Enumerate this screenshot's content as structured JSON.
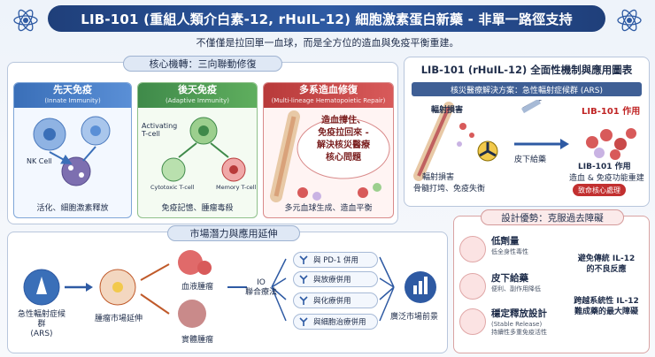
{
  "header": {
    "title": "LIB-101 (重組人類介白素-12, rHuIL-12) 細胞激素蛋白新藥 - 非單一路徑支持",
    "subtitle": "不僅僅是拉回單一血球，而是全方位的造血與免疫平衡重建。"
  },
  "core": {
    "banner": "核心機轉：三向聯動修復",
    "innate": {
      "title": "先天免疫",
      "subtitle": "(Innate Immunity)",
      "nk_label": "NK Cell",
      "caption": "活化、細胞激素釋放"
    },
    "adaptive": {
      "title": "後天免疫",
      "subtitle": "(Adaptive Immunity)",
      "activating": "Activating\nT-cell",
      "cytotoxic": "Cytotoxic T-cell",
      "memory": "Memory T-cell",
      "caption": "免疫記憶、腫瘤毒殺"
    },
    "multi": {
      "title": "多系造血修復",
      "subtitle": "(Multi-lineage Hematopoietic Repair)",
      "bubble": "造血撐住、\n免疫拉回來 -\n解決核災醫療\n核心問題",
      "caption": "多元血球生成、造血平衡"
    }
  },
  "overview": {
    "title": "LIB-101 (rHuIL-12) 全面性機制與應用圖表",
    "strip": "核災醫療解決方案：急性輻射症候群 (ARS)",
    "rad_label": "輻射損害",
    "rad_damage": "輻射損害",
    "rad_damage2": "骨髓打垮、免疫失衡",
    "inject": "皮下給藥",
    "effect_title": "LIB-101 作用",
    "effect_line1": "LIB-101 作用",
    "effect_line2": "造血 & 免疫功能重建",
    "pill": "致命核心處理"
  },
  "market": {
    "banner": "市場潛力與應用延伸",
    "ars": "急性輻射症候群\n(ARS)",
    "extend": "腫瘤市場延伸",
    "blood": "血液腫瘤",
    "solid": "實體腫瘤",
    "io": "IO\n聯合療法",
    "combos": [
      "與 PD-1 併用",
      "與放療併用",
      "與化療併用",
      "與細胞治療併用"
    ],
    "wide": "廣泛市場前景"
  },
  "design": {
    "banner": "設計優勢：克服過去障礙",
    "items": [
      {
        "t1": "低劑量",
        "t2": "低全身性毒性"
      },
      {
        "t1": "皮下給藥",
        "t2": "便利、副作用降低"
      },
      {
        "t1": "穩定釋放設計",
        "t2": "(Stable Release)\n持續性多重免疫活性"
      }
    ],
    "result1": "避免傳統 IL-12\n的不良反應",
    "result2": "跨越系統性 IL-12\n難成藥的最大障礙"
  }
}
